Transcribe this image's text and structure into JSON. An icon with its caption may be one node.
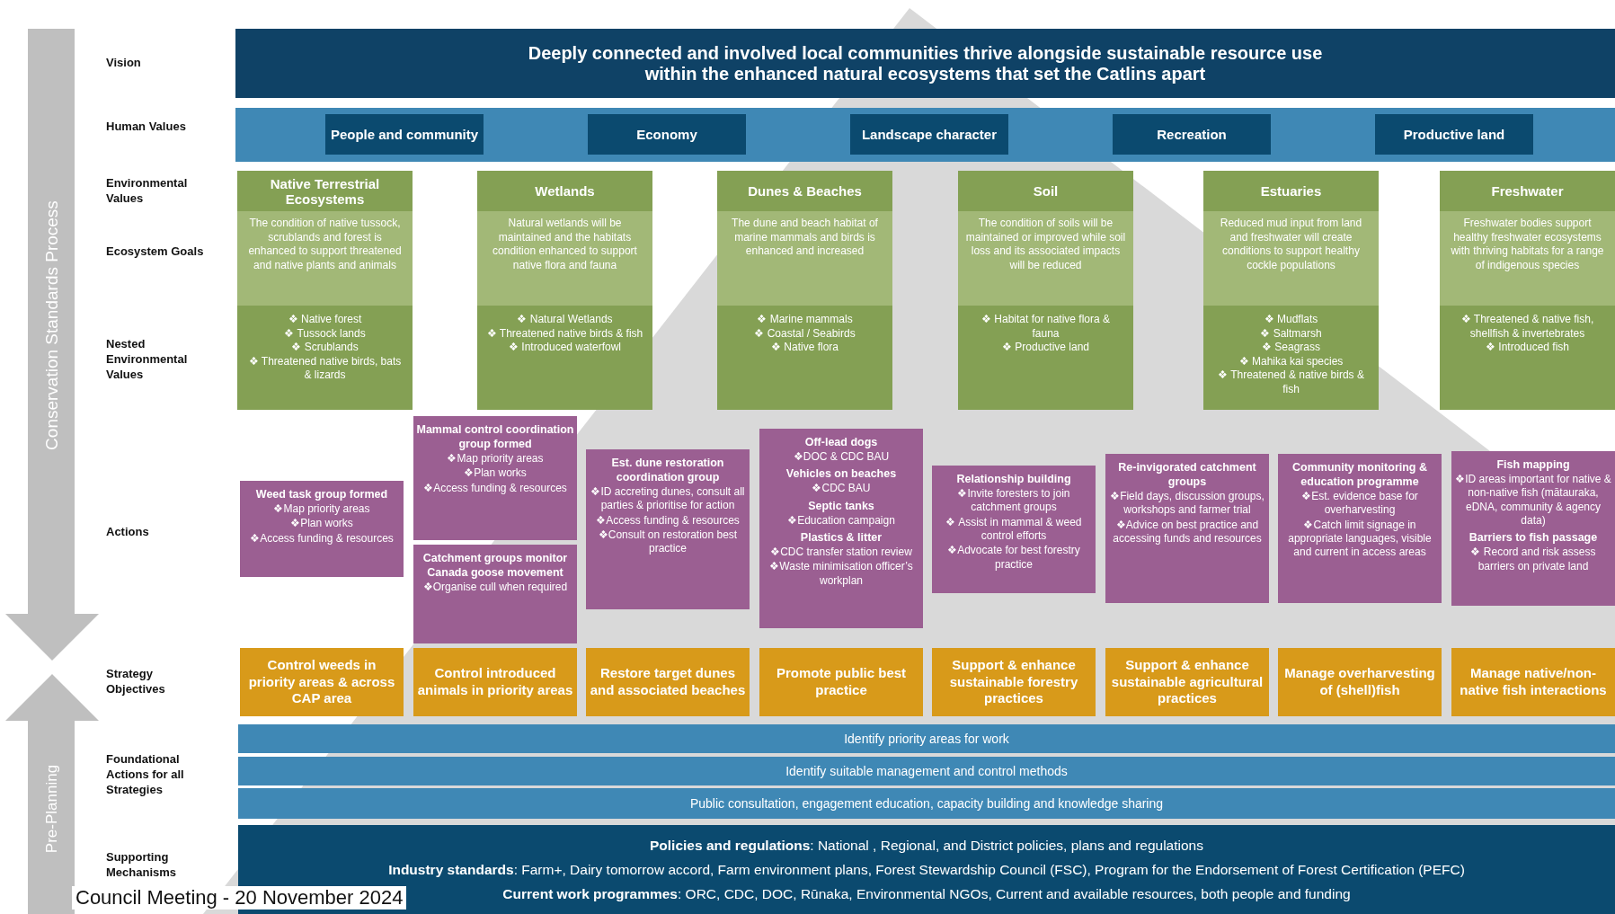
{
  "diagram": {
    "nodes": [
      {
        "text": [
          "Conservation Standards Process"
        ]
      },
      {
        "text": [
          "Pre-Planning"
        ]
      },
      {
        "text": [
          "Deeply connected and involved local communities thrive alongside sustainable resource use within the enhanced natural ecosystems that set the Catlins apart"
        ]
      },
      {
        "text": [],
        "shape": "bar"
      },
      {
        "text": [
          "People and community"
        ],
        "in": 3
      },
      {
        "text": [
          "Economy"
        ],
        "in": 3
      },
      {
        "text": [
          "Landscape character"
        ],
        "in": 3
      },
      {
        "text": [
          "Recreation"
        ],
        "in": 3
      },
      {
        "text": [
          "Productive land"
        ],
        "in": 3
      },
      {
        "text": [
          "Native Terrestrial Ecosystems",
          "The condition of native tussock, scrublands and forest is enhanced to support threatened and native plants and animals",
          "❖ Native forest",
          "❖ Tussock lands",
          "❖ Scrublands",
          "❖ Threatened native birds, bats & lizards"
        ]
      },
      {
        "text": [
          "Wetlands",
          "Natural wetlands will be maintained and the habitats condition enhanced to support native flora and fauna",
          "❖ Natural Wetlands",
          "❖ Threatened native birds & fish",
          "❖ Introduced waterfowl"
        ]
      },
      {
        "text": [
          "Dunes & Beaches",
          "The dune and beach habitat of marine mammals and birds is enhanced and increased",
          "❖ Marine mammals",
          "❖ Coastal / Seabirds",
          "❖ Native flora"
        ]
      },
      {
        "text": [
          "Soil",
          "The condition of soils will be maintained or improved while soil loss and its associated impacts will be reduced",
          "❖ Habitat for native flora & fauna",
          "❖ Productive land"
        ]
      },
      {
        "text": [
          "Estuaries",
          "Reduced mud input from land and freshwater will create conditions to support healthy cockle populations",
          "❖ Mudflats",
          "❖ Saltmarsh",
          "❖ Seagrass",
          "❖ Mahika kai species",
          "❖ Threatened & native birds & fish"
        ]
      },
      {
        "text": [
          "Freshwater",
          "Freshwater bodies support healthy freshwater ecosystems with thriving habitats for a range of indigenous species",
          "❖ Threatened & native fish, shellfish & invertebrates",
          "❖ Introduced fish"
        ]
      },
      {
        "text": [
          "Weed task group formed",
          "❖Map priority areas",
          "❖Plan works",
          "❖Access funding & resources"
        ]
      },
      {
        "text": [
          "Mammal control coordination group formed",
          "❖Map priority areas",
          "❖Plan works",
          "❖Access funding & resources"
        ]
      },
      {
        "text": [
          "Catchment groups monitor Canada goose movement",
          "❖Organise cull when required"
        ]
      },
      {
        "text": [
          "Est. dune restoration coordination group",
          "❖ID accreting dunes, consult all parties & prioritise for action",
          "❖Access funding & resources",
          "❖Consult on restoration best practice"
        ]
      },
      {
        "text": [
          "Off-lead dogs",
          "❖DOC & CDC BAU",
          "Vehicles on beaches",
          "❖CDC BAU",
          "Septic tanks",
          "❖Education campaign",
          "Plastics & litter",
          "❖CDC transfer station review",
          "❖Waste minimisation officer’s workplan"
        ]
      },
      {
        "text": [
          "Relationship building",
          "❖Invite foresters to join catchment groups",
          "❖ Assist in mammal & weed control efforts",
          "❖Advocate for best forestry practice"
        ]
      },
      {
        "text": [
          "Re-invigorated catchment groups",
          "❖Field days, discussion groups, workshops and farmer trial",
          "❖Advice on best practice and accessing funds and resources"
        ]
      },
      {
        "text": [
          "Community monitoring & education programme",
          "❖Est. evidence base for overharvesting",
          "❖Catch limit signage in appropriate languages, visible and current in access areas"
        ]
      },
      {
        "text": [
          "Fish mapping",
          "❖ID areas important for native & non-native fish (mātauraka, eDNA, community & agency data)",
          "Barriers to fish passage",
          "❖ Record and risk assess barriers on private land"
        ]
      },
      {
        "text": [
          "Control weeds in priority areas & across CAP area"
        ]
      },
      {
        "text": [
          "Control introduced animals in priority areas"
        ]
      },
      {
        "text": [
          "Restore target dunes and associated beaches"
        ]
      },
      {
        "text": [
          "Promote public best practice"
        ]
      },
      {
        "text": [
          "Support & enhance sustainable forestry practices"
        ]
      },
      {
        "text": [
          "Support & enhance sustainable agricultural practices"
        ]
      },
      {
        "text": [
          "Manage overharvesting of (shell)fish"
        ]
      },
      {
        "text": [
          "Manage native/non-native fish interactions"
        ]
      },
      {
        "text": [
          "Identify priority areas for work"
        ]
      },
      {
        "text": [
          "Identify suitable management and control  methods"
        ]
      },
      {
        "text": [
          "Public consultation, engagement education, capacity building and knowledge sharing"
        ]
      },
      {
        "text": [
          "**Policies and regulations**: National , Regional, and  District policies, plans and regulations",
          "**Industry standards**: Farm+, Dairy tomorrow accord, Farm environment plans, Forest Stewardship Council (FSC), Program for the Endorsement of Forest Certification (PEFC)",
          "**Current work programmes**: ORC,  CDC, DOC, Rūnaka, Environmental NGOs, Current and available resources, both people and funding"
        ]
      }
    ],
    "edges": [],
    "labels": [
      "Vision",
      "Human Values",
      "Environmental Values",
      "Ecosystem Goals",
      "Nested Environmental Values",
      "Actions",
      "Strategy Objectives",
      "Foundational Actions for all Strategies",
      "Supporting Mechanisms",
      "Council Meeting - 20 November 2024"
    ]
  }
}
